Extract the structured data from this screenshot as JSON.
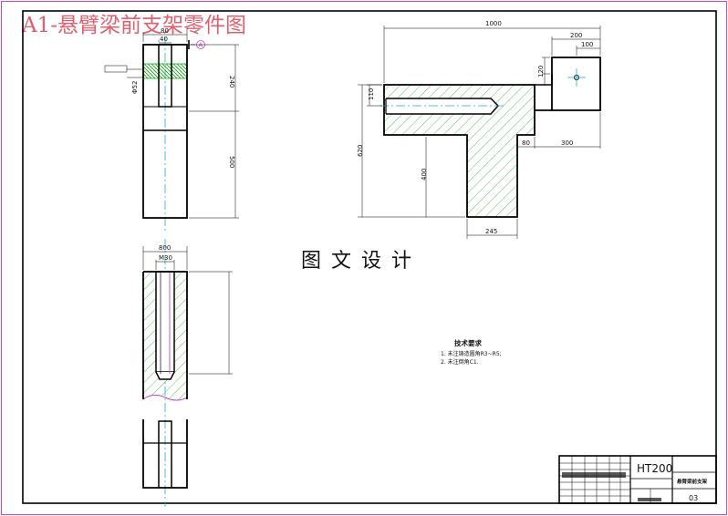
{
  "title": "A1-悬臂梁前支架零件图",
  "watermark": "图文设计",
  "front_view": {
    "dim_width": "80",
    "dim_slot": "40",
    "section_marker": "A",
    "dim_upper": "240",
    "dim_lower": "500",
    "bore_label": "Φ52"
  },
  "bottom_view": {
    "dim_width": "800",
    "dim_thread": "M30"
  },
  "side_view": {
    "dim_total": "1000",
    "dim_200": "200",
    "dim_100": "100",
    "dim_110": "110",
    "dim_620": "620",
    "dim_400": "400",
    "dim_80": "80",
    "dim_300": "300",
    "dim_245": "245",
    "dim_120": "120"
  },
  "notes": {
    "heading": "技术要求",
    "line1": "1. 未注铸造圆角R3~R5;",
    "line2": "2. 未注倒角C1."
  },
  "title_block": {
    "material": "HT200",
    "part_name": "悬臂梁前支架",
    "number": "03"
  },
  "colors": {
    "outline": "#000000",
    "centerline": "#22aacc",
    "hatch": "#44bb44",
    "border": "#cc44cc",
    "title": "#e06070"
  }
}
